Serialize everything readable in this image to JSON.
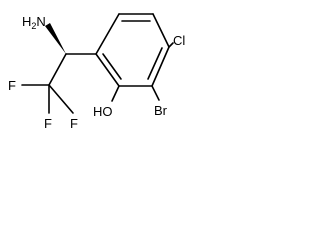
{
  "molecule": {
    "atoms": {
      "amine": "NH2",
      "amine_main": "H",
      "amine_sub": "2",
      "amine_n": "N",
      "fluorine_1": "F",
      "fluorine_2": "F",
      "fluorine_3": "F",
      "chlorine": "Cl",
      "bromine": "Br",
      "hydroxyl": "HO"
    }
  }
}
